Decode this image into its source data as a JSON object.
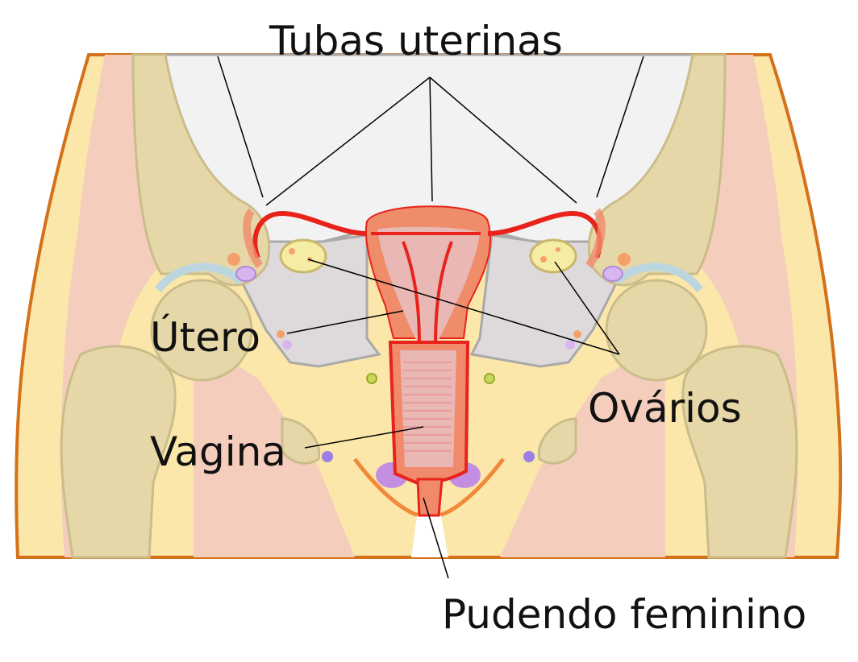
{
  "labels": {
    "tubas": "Tubas uterinas",
    "utero": "Útero",
    "ovarios": "Ovários",
    "vagina": "Vagina",
    "pudendo": "Pudendo feminino"
  },
  "colors": {
    "skin": "#fbe7a9",
    "outline": "#d4711b",
    "muscle": "#f4cdbd",
    "bone": "#e6d7a8",
    "bone_edge": "#cbbd8a",
    "cartilage": "#bcd6e0",
    "pelvic_cavity": "#dedadb",
    "abdomen": "#f2f2f2",
    "uterus": "#ef8c6a",
    "uterus_inner": "#e9b8b5",
    "vessel": "#e8231c",
    "ovary": "#f6eda5",
    "purple": "#c7a6e6",
    "violet": "#b87dd6"
  }
}
